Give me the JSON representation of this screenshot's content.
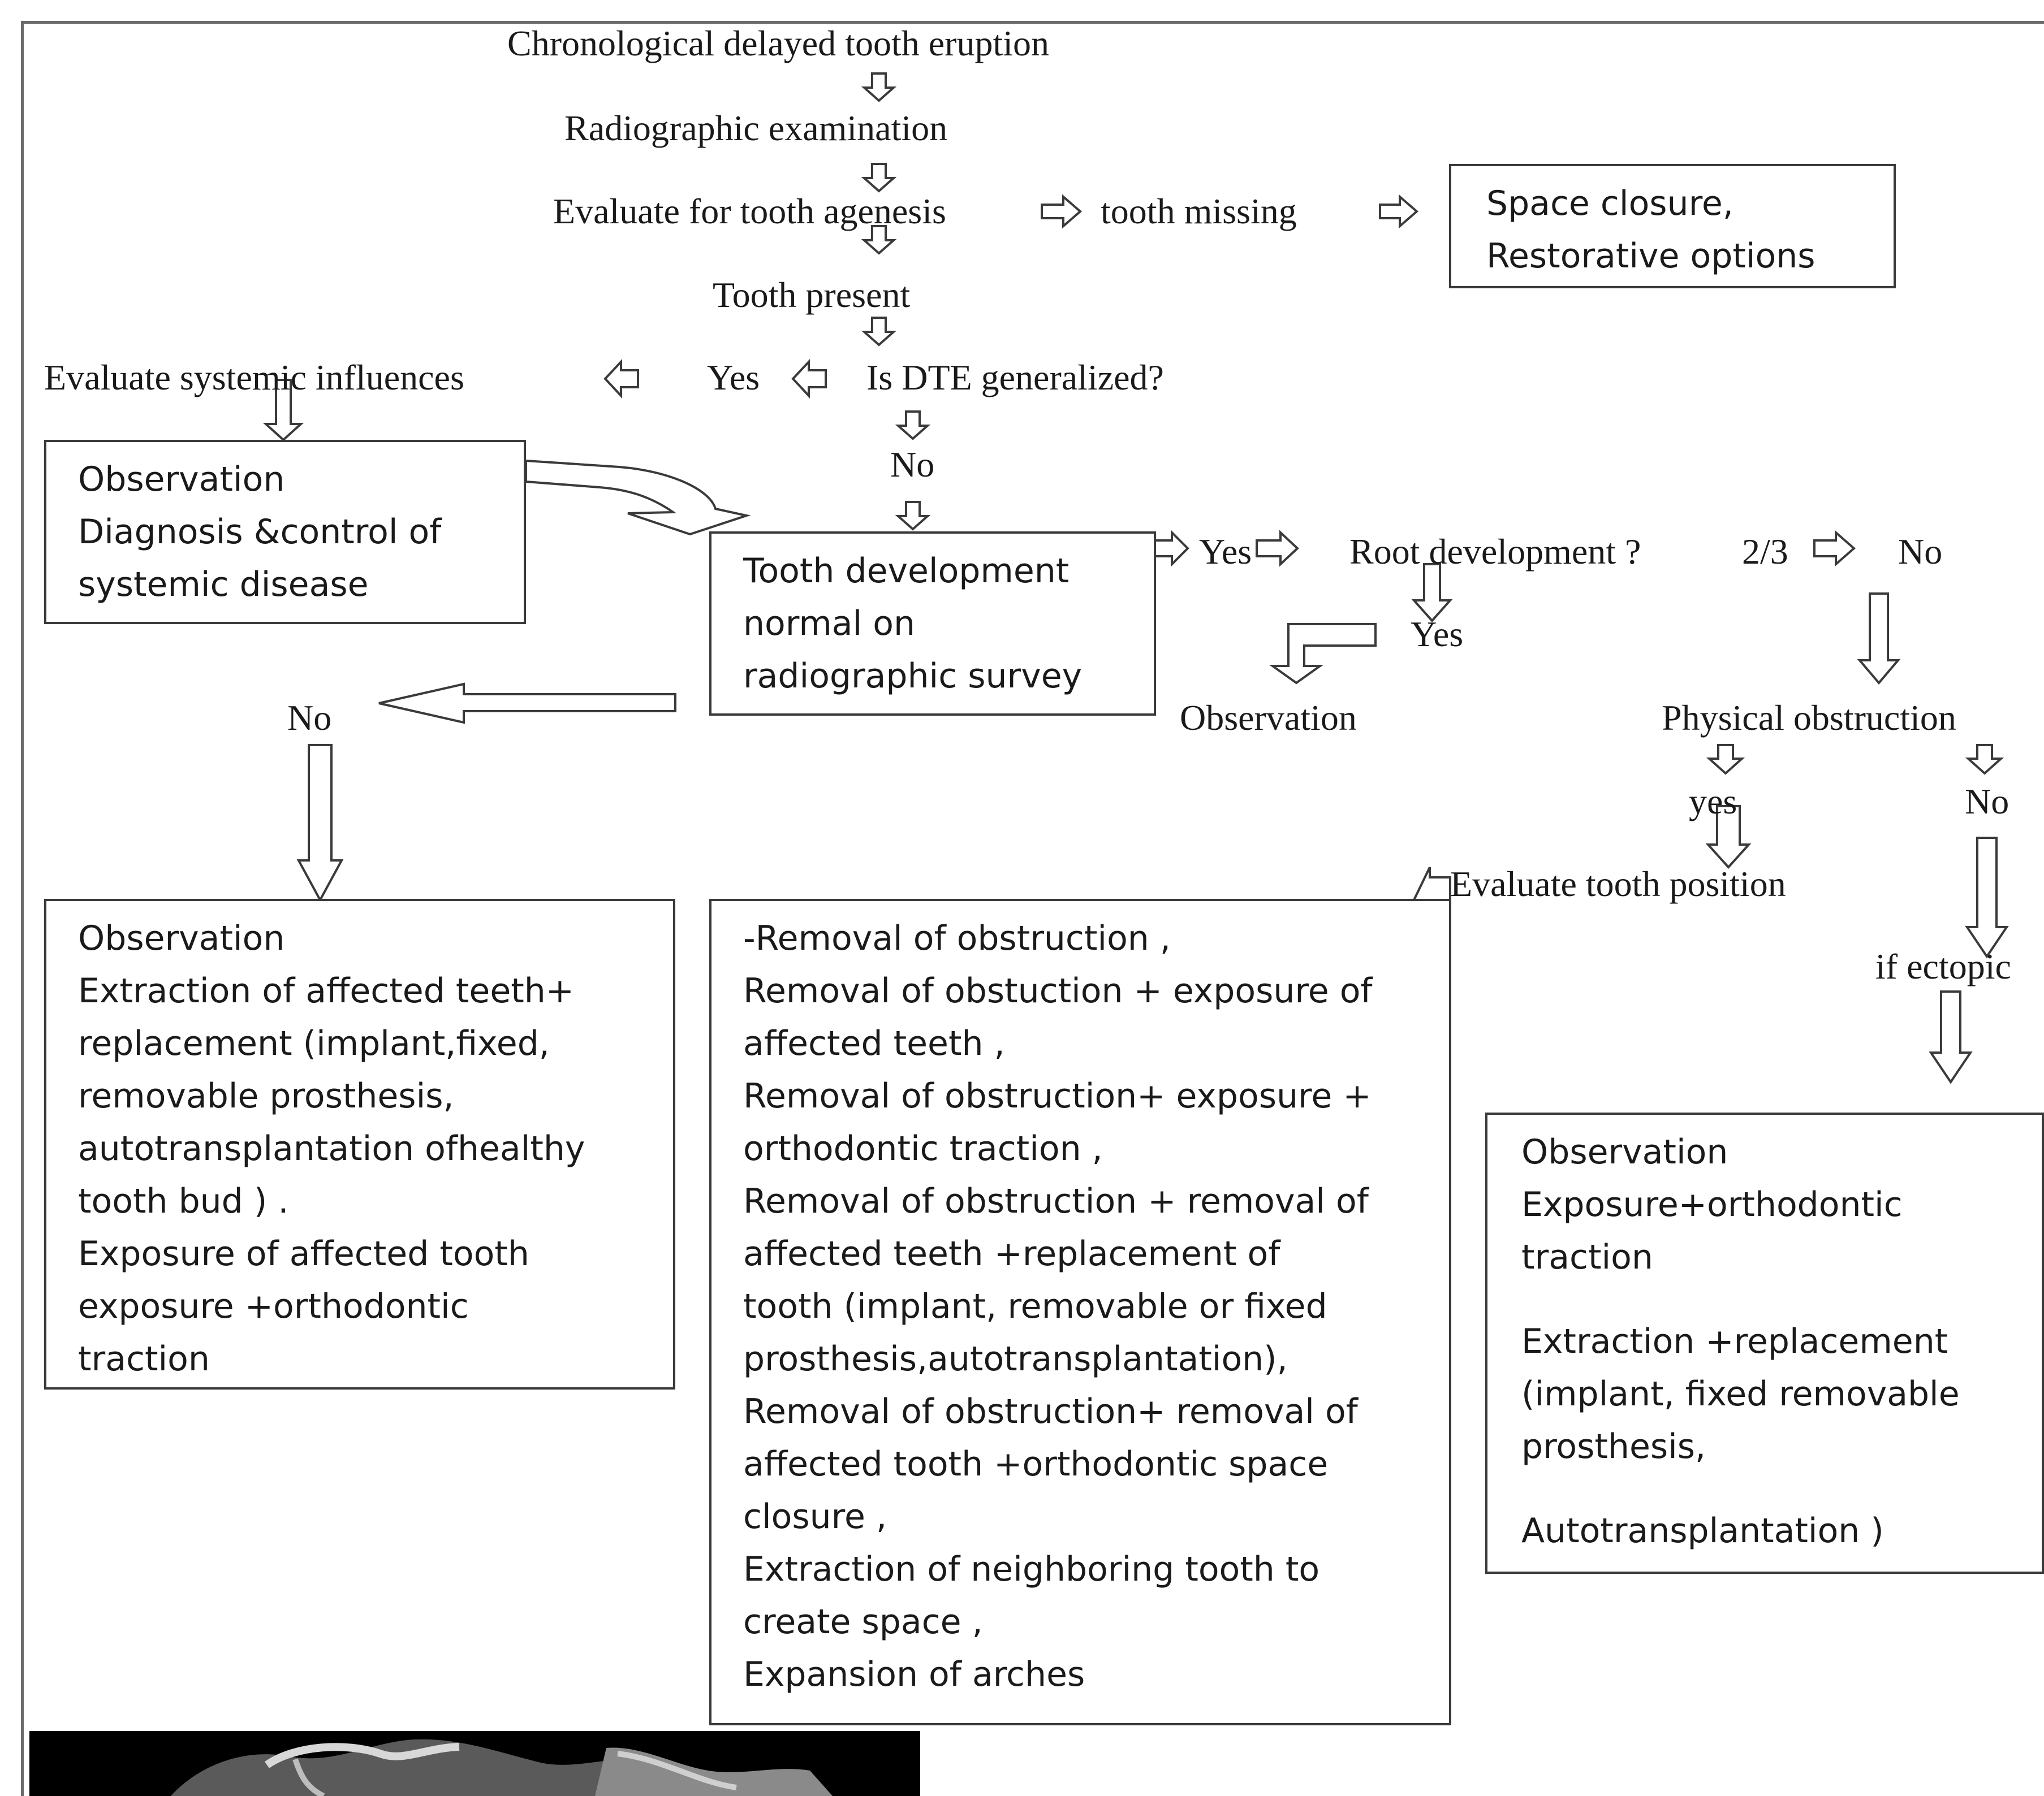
{
  "nodes": {
    "n1": "Chronological delayed tooth eruption",
    "n2": "Radiographic examination",
    "n3": "Evaluate for tooth agenesis",
    "n4": "tooth missing",
    "n5": "Tooth present",
    "n6": "Evaluate systemic influences",
    "n7": "Yes",
    "n8": "Is DTE generalized?",
    "n9": "No",
    "n10": "Yes",
    "n11": "Root development ?",
    "n12": "2/3",
    "n13": "No",
    "n14": "Yes",
    "n15": "Observation",
    "n16": "No",
    "n17": "Physical obstruction",
    "n18": "yes",
    "n19": "No",
    "n20": "Evaluate tooth position",
    "n21": "if ectopic"
  },
  "boxes": {
    "space_closure": [
      "Space closure,",
      "Restorative options"
    ],
    "systemic": [
      "Observation",
      "Diagnosis &control of",
      "systemic disease"
    ],
    "tooth_dev": [
      "Tooth development",
      "normal on",
      "radiographic survey"
    ],
    "left_tx": [
      "Observation",
      "Extraction of affected teeth+",
      "replacement (implant,fixed,",
      "removable prosthesis,",
      "autotransplantation ofhealthy",
      "tooth bud  ) .",
      "Exposure of affected tooth",
      "exposure +orthodontic",
      "traction"
    ],
    "middle_tx": [
      "-Removal of obstruction ,",
      "Removal of obstuction + exposure of",
      "affected teeth ,",
      "Removal of obstruction+ exposure +",
      "orthodontic traction ,",
      "Removal of obstruction + removal of",
      "affected teeth +replacement of",
      "tooth (implant, removable or fixed",
      "prosthesis,autotransplantation),",
      "Removal of obstruction+ removal of",
      "affected tooth +orthodontic space",
      "closure ,",
      "Extraction of neighboring tooth to",
      "create space ,",
      "Expansion of arches"
    ],
    "right_tx_a": [
      "Observation",
      "Exposure+orthodontic",
      "traction"
    ],
    "right_tx_b": [
      "Extraction +replacement",
      "(implant, fixed removable",
      "prosthesis,"
    ],
    "right_tx_c": [
      "Autotransplantation )"
    ]
  }
}
